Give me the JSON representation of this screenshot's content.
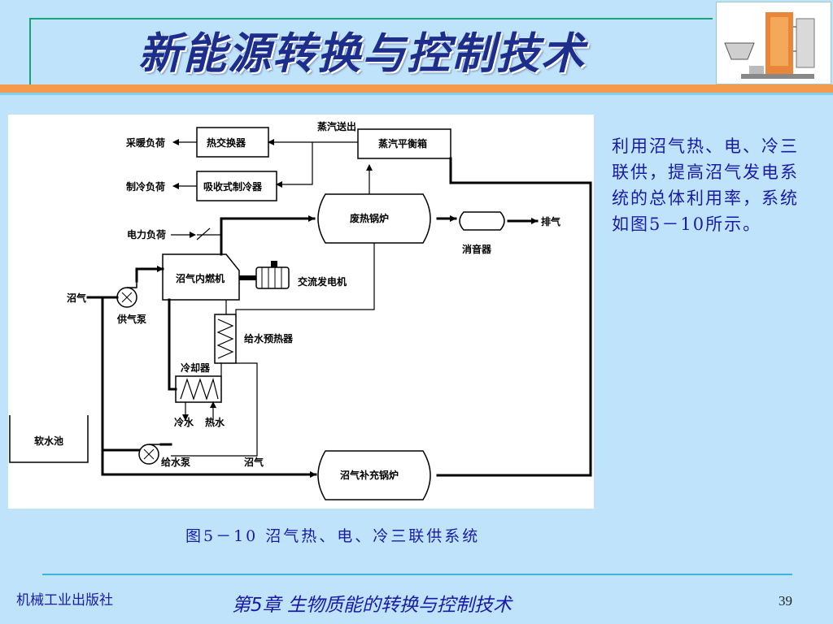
{
  "slide": {
    "title": "新能源转换与控制技术",
    "side_text": "利用沼气热、电、冷三联供，提高沼气发电系统的总体利用率，系统如图5－10所示。",
    "caption": "图5－10 沼气热、电、冷三联供系统",
    "publisher": "机械工业出版社",
    "chapter": "第5章 生物质能的转换与控制技术",
    "page_number": "39"
  },
  "diagram": {
    "heat_load": "采暖负荷",
    "cool_load": "制冷负荷",
    "heat_exchanger": "热交换器",
    "absorption_chiller": "吸收式制冷器",
    "steam_out": "蒸汽送出",
    "steam_header": "蒸汽平衡箱",
    "power_load": "电力负荷",
    "waste_heat_boiler": "废热锅炉",
    "exhaust": "排气",
    "muffler": "消音器",
    "engine": "沼气内燃机",
    "generator": "交流发电机",
    "biogas_in": "沼气",
    "gas_pump": "供气泵",
    "feed_preheater": "给水预热器",
    "cooler": "冷却器",
    "cold_water": "冷水",
    "hot_water": "热水",
    "soft_water_pool": "软水池",
    "feed_pump": "给水泵",
    "biogas_line": "沼气",
    "aux_boiler": "沼气补充锅炉"
  },
  "colors": {
    "background": "#bfe3fb",
    "title": "#1c2d8c",
    "text": "#1a1aa8",
    "orange_band": "#f59a4a",
    "green_line": "#1aa37a",
    "foot_line": "#3bb4e0"
  }
}
